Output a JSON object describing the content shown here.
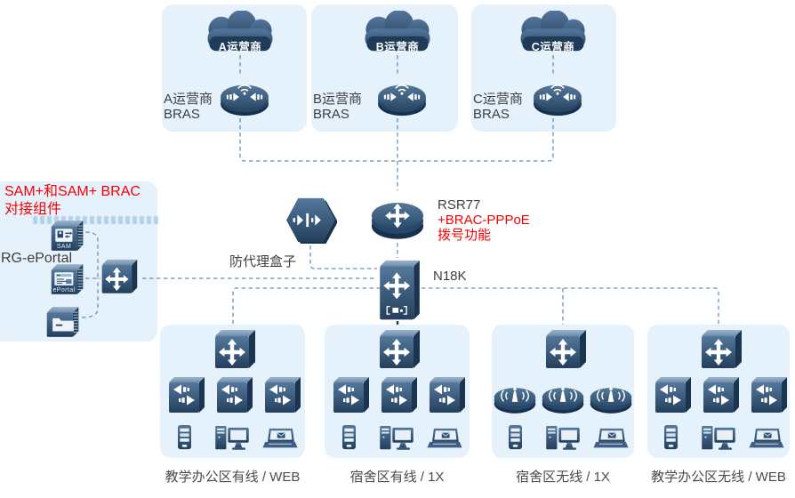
{
  "operators": [
    {
      "cloud": "A运营商",
      "bras_line1": "A运营商",
      "bras_line2": "BRAS"
    },
    {
      "cloud": "B运营商",
      "bras_line1": "B运营商",
      "bras_line2": "BRAS"
    },
    {
      "cloud": "C运营商",
      "bras_line1": "C运营商",
      "bras_line2": "BRAS"
    }
  ],
  "left_panel": {
    "title_line1": "SAM+和SAM+ BRAC",
    "title_line2": "对接组件",
    "portal_label": "RG-ePortal",
    "servers": [
      {
        "name": "sam-server",
        "label": "SAM"
      },
      {
        "name": "eportal-server",
        "label": "ePortal"
      },
      {
        "name": "folder",
        "label": ""
      }
    ]
  },
  "core": {
    "proxy_box_label": "防代理盒子",
    "router_label": "RSR77",
    "router_sub1": "+BRAC-PPPoE",
    "router_sub2": "拨号功能",
    "core_switch_label": "N18K"
  },
  "groups": [
    {
      "label": "教学办公区有线 / WEB",
      "access_type": "switch"
    },
    {
      "label": "宿舍区有线 / 1X",
      "access_type": "switch"
    },
    {
      "label": "宿舍区无线 / 1X",
      "access_type": "ap"
    },
    {
      "label": "教学办公区无线 / WEB",
      "access_type": "switch"
    }
  ],
  "colors": {
    "panel": "#e6f2fb",
    "connector": "#6a93b6",
    "device_dark": "#243f5d",
    "device_light": "#4e7296",
    "red_text": "#fb0000",
    "dark_text": "#3e3e3e"
  }
}
